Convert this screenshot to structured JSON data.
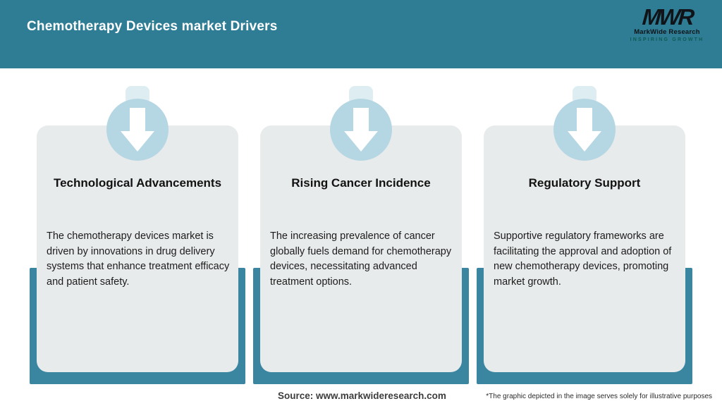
{
  "header": {
    "title": "Chemotherapy Devices market Drivers",
    "logo": {
      "acronym": "MWR",
      "name": "MarkWide Research",
      "tagline": "INSPIRING GROWTH"
    }
  },
  "cards": [
    {
      "icon": "down-arrow",
      "title": "Technological Advancements",
      "description": "The chemotherapy devices market is driven by innovations in drug delivery systems that enhance treatment efficacy and patient safety."
    },
    {
      "icon": "down-arrow",
      "title": "Rising Cancer Incidence",
      "description": "The increasing prevalence of cancer globally fuels demand for chemotherapy devices, necessitating advanced treatment options."
    },
    {
      "icon": "down-arrow",
      "title": "Regulatory Support",
      "description": "Supportive regulatory frameworks are facilitating the approval and adoption of new chemotherapy devices, promoting market growth."
    }
  ],
  "footer": {
    "source": "Source: www.markwideresearch.com",
    "disclaimer": "*The graphic depicted in the image serves solely for illustrative purposes"
  },
  "colors": {
    "header_teal": "#2e7d95",
    "band_teal": "#3a86a0",
    "card_gray": "#e8ebec",
    "circle_blue": "#b5d6e3",
    "title_white": "#ffffff"
  }
}
